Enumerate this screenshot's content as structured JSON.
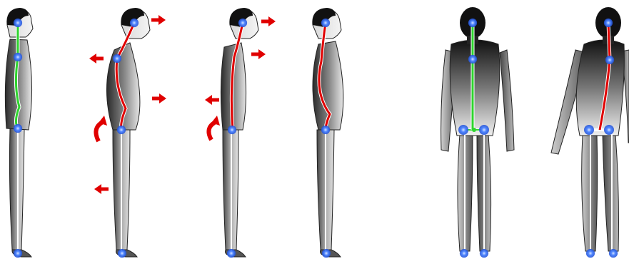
{
  "colors": {
    "normal_spine": "#2fd42f",
    "deviated_spine": "#e00000",
    "arrow": "#e00000",
    "joint": "#2f6bff",
    "joint_core": "#bcd0ff",
    "body_dark": "#111111",
    "body_light": "#e8e8e8",
    "skeleton_line": "#ffffff"
  },
  "figures": [
    {
      "view": "side",
      "posture": "normal",
      "spine_color": "normal_spine",
      "icons": [
        "body-side-icon"
      ]
    },
    {
      "view": "side",
      "posture": "deviated",
      "spine_color": "deviated_spine",
      "icons": [
        "arrow-right-icon",
        "arrow-left-icon",
        "arrow-right-icon",
        "curved-arrow-icon",
        "arrow-left-icon"
      ]
    },
    {
      "view": "side",
      "posture": "deviated",
      "spine_color": "deviated_spine",
      "icons": [
        "arrow-right-icon",
        "arrow-right-icon",
        "arrow-left-icon",
        "curved-arrow-icon"
      ]
    },
    {
      "view": "side",
      "posture": "deviated",
      "spine_color": "deviated_spine",
      "icons": []
    },
    {
      "view": "front",
      "posture": "normal",
      "spine_color": "normal_spine",
      "icons": [
        "body-front-icon"
      ]
    },
    {
      "view": "front",
      "posture": "deviated",
      "spine_color": "deviated_spine",
      "icons": [
        "body-front-icon"
      ]
    }
  ]
}
